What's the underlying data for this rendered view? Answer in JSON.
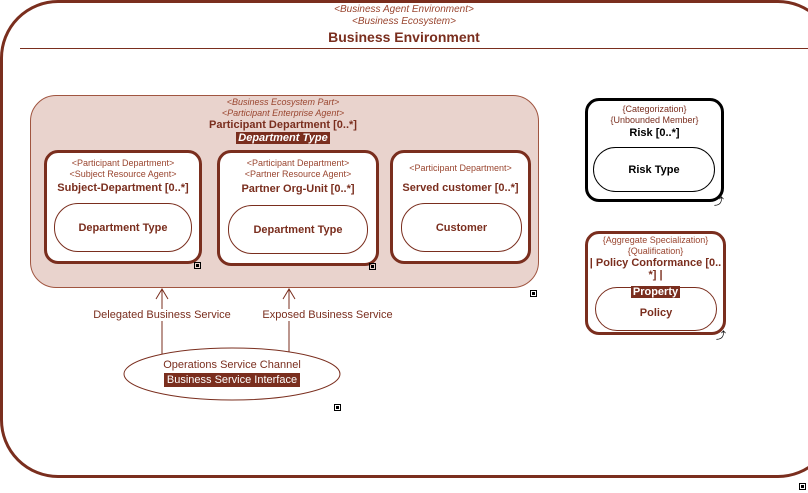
{
  "environment": {
    "stereotype1": "<Business Agent Environment>",
    "stereotype2": "<Business Ecosystem>",
    "title": "Business Environment"
  },
  "part": {
    "stereotype1": "<Business Ecosystem Part>",
    "stereotype2": "<Participant Enterprise Agent>",
    "title": "Participant Department [0..*]",
    "type": "Department Type"
  },
  "subjects": [
    {
      "stereotype1": "<Participant Department>",
      "stereotype2": "<Subject Resource Agent>",
      "title": "Subject-Department [0..*]",
      "pill": "Department Type"
    },
    {
      "stereotype1": "<Participant Department>",
      "stereotype2": "<Partner Resource Agent>",
      "title": "Partner Org-Unit [0..*]",
      "pill": "Department Type"
    },
    {
      "stereotype1": "<Participant Department>",
      "title": "Served customer [0..*]",
      "pill": "Customer"
    }
  ],
  "risk": {
    "stereotype1": "{Categorization}",
    "stereotype2": "{Unbounded Member}",
    "title": "Risk [0..*]",
    "pill": "Risk Type"
  },
  "policy": {
    "stereotype1": "{Aggregate Specialization}",
    "stereotype2": "{Qualification}",
    "title_line1": "| Policy Conformance [0..",
    "title_line2": "*] |",
    "property": "Property",
    "pill": "Policy"
  },
  "links": {
    "delegated": "Delegated Business Service",
    "exposed": "Exposed Business Service"
  },
  "channel": {
    "title": "Operations Service Channel",
    "interface": "Business Service Interface"
  }
}
